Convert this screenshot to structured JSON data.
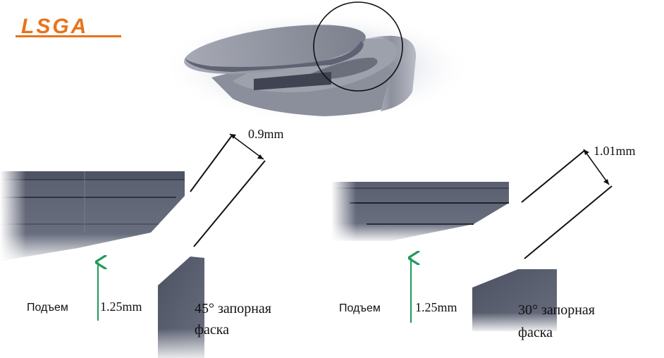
{
  "logo": {
    "text": "LSGA",
    "color": "#e8731a"
  },
  "left_detail": {
    "chamfer_dimension": "0.9mm",
    "lift_label": "Подъем",
    "lift_value": "1.25mm",
    "seat_label_line1": "45° запорная",
    "seat_label_line2": "фаска"
  },
  "right_detail": {
    "chamfer_dimension": "1.01mm",
    "lift_label": "Подъем",
    "lift_value": "1.25mm",
    "seat_label_line1": "30° запорная",
    "seat_label_line2": "фаска"
  },
  "colors": {
    "arrow": "#1e9a5a",
    "steel_dark": "#4a4f60",
    "steel_mid": "#6a7080",
    "steel_light": "#9ca0ad"
  }
}
